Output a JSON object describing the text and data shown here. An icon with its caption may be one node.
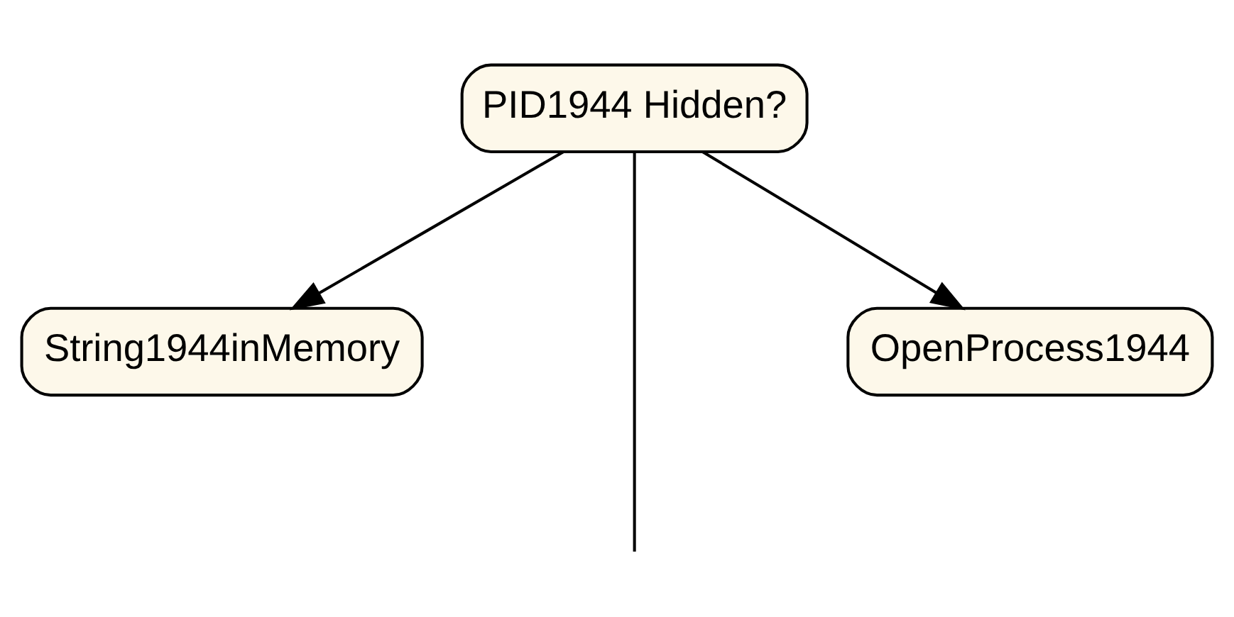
{
  "diagram": {
    "nodes": [
      {
        "text": [
          "PID1944 Hidden?"
        ]
      },
      {
        "text": [
          "String1944inMemory"
        ]
      },
      {
        "text": [
          "OpenProcess1944"
        ]
      }
    ],
    "edges": [
      {
        "from": 0,
        "to": 1,
        "arrow": "to"
      },
      {
        "from": 0,
        "to": null,
        "arrow": "none"
      },
      {
        "from": 0,
        "to": 2,
        "arrow": "to"
      }
    ]
  }
}
